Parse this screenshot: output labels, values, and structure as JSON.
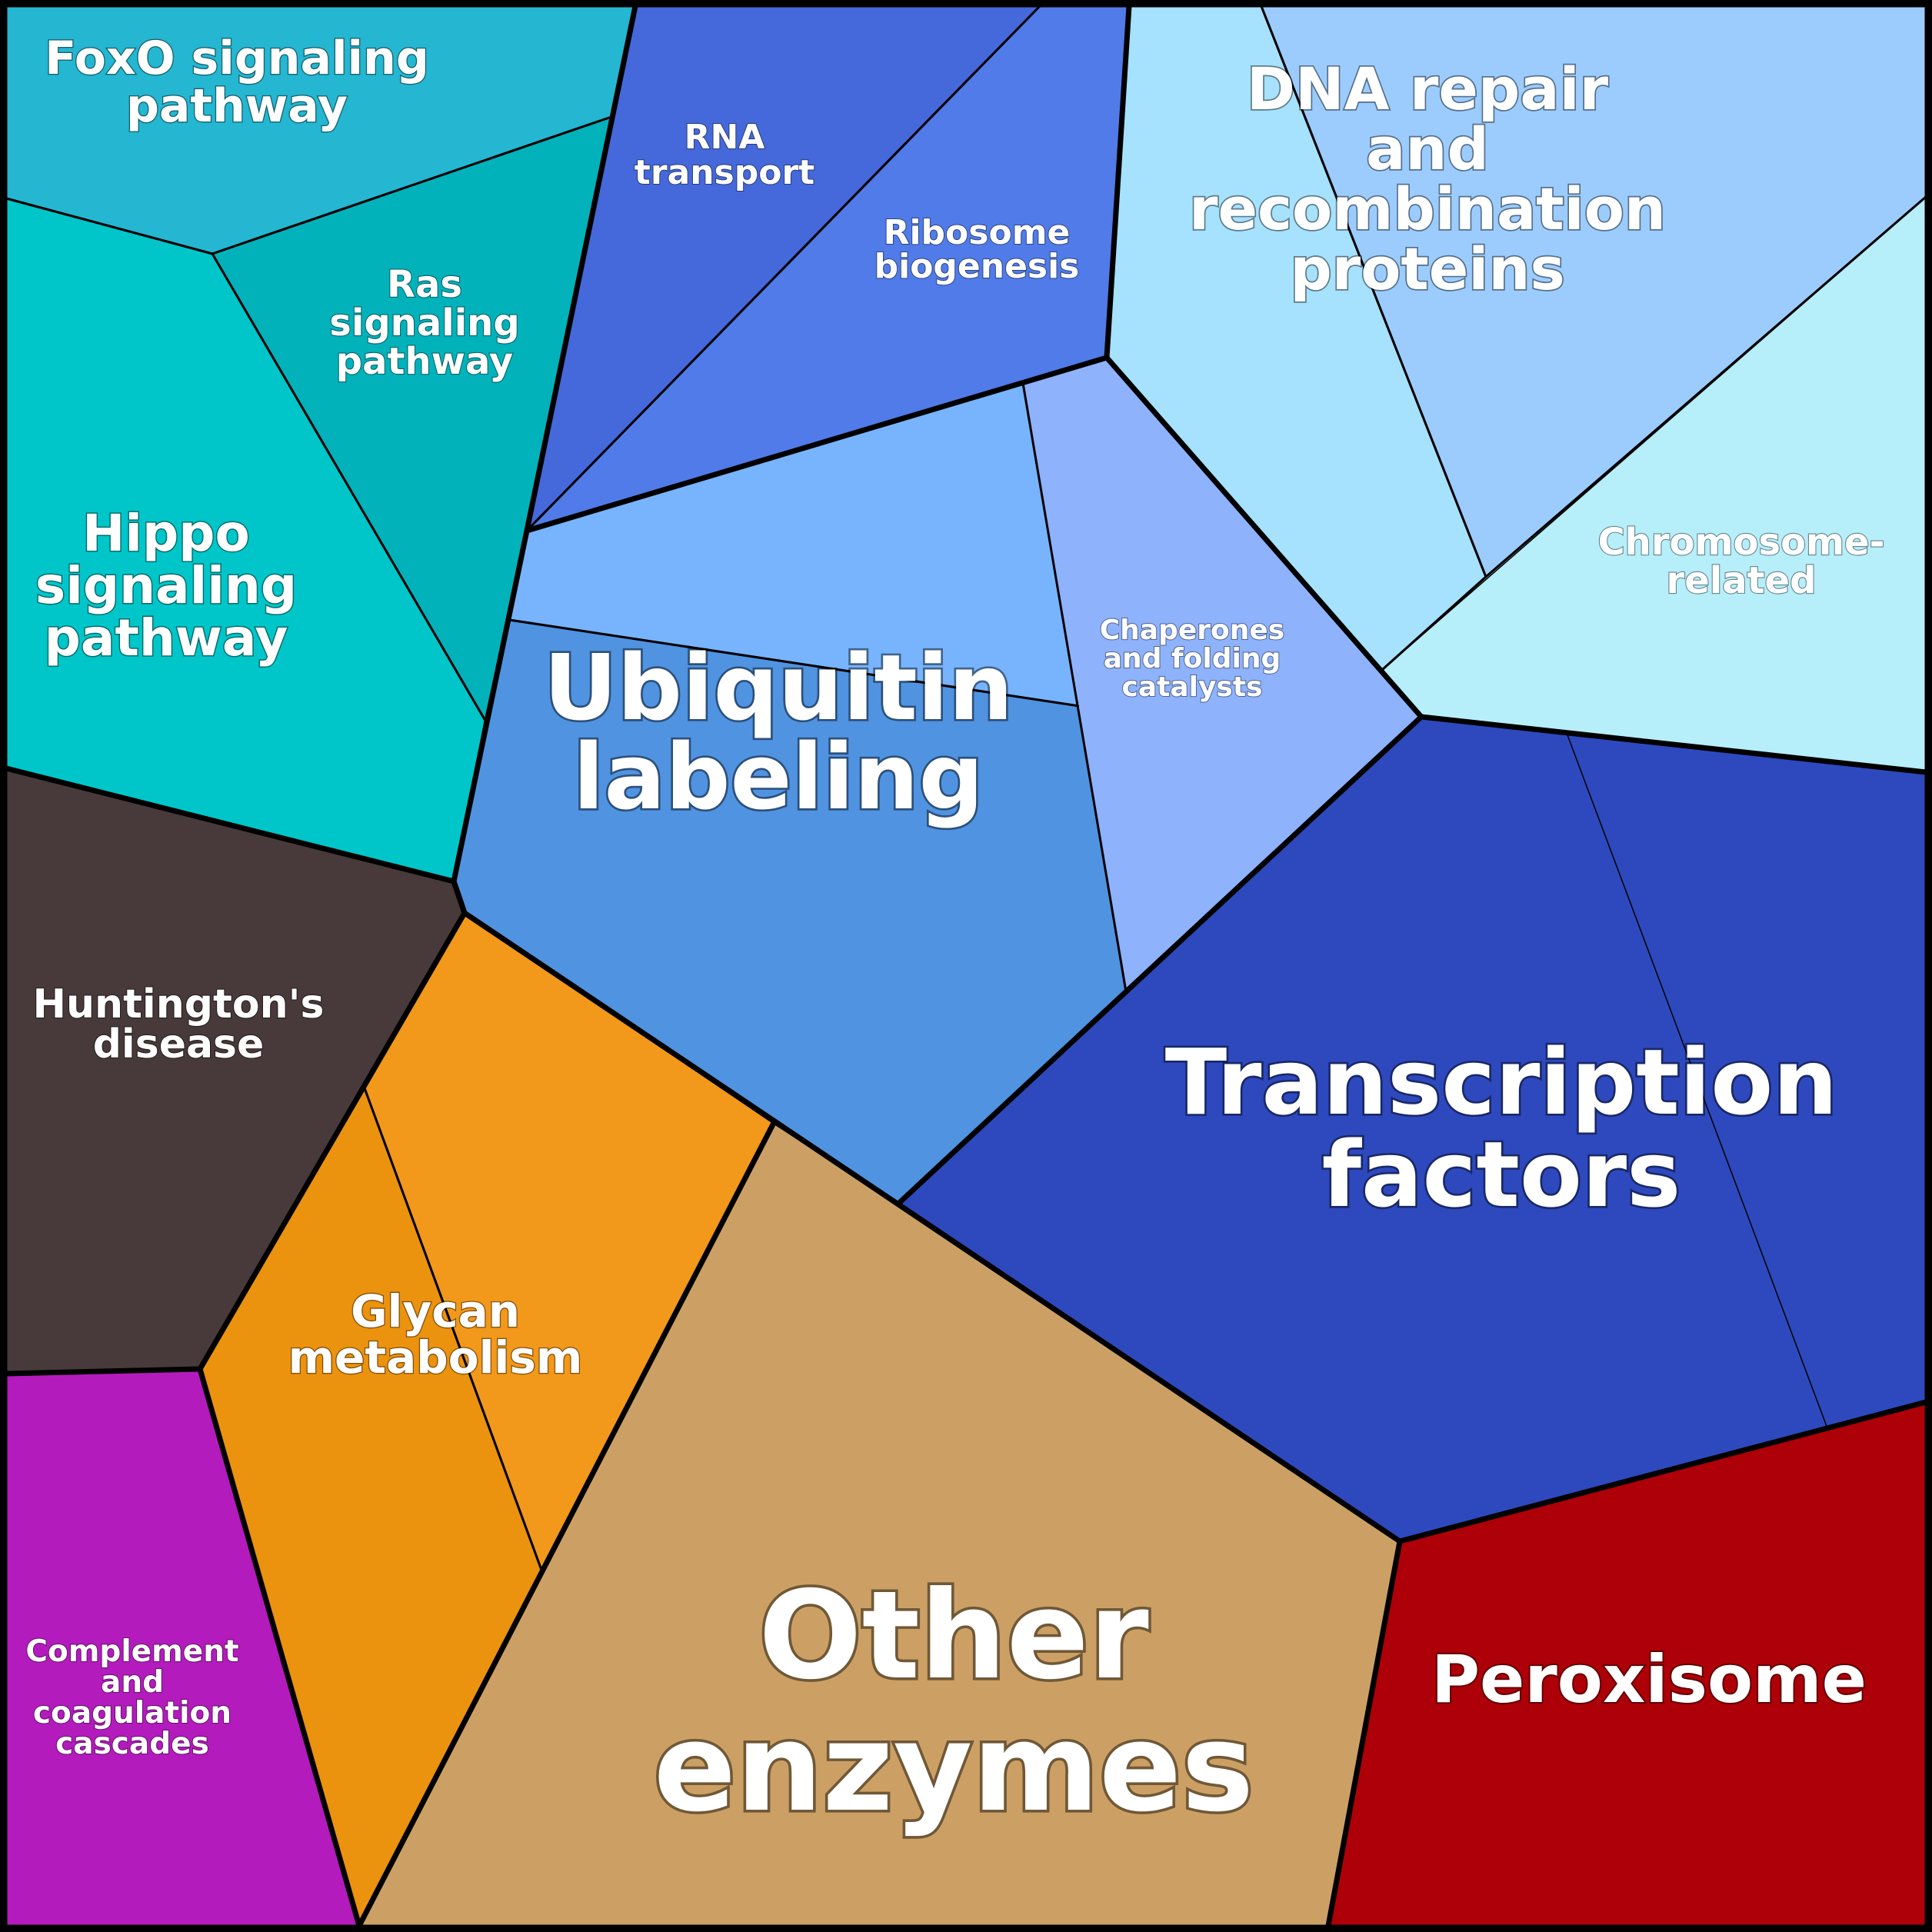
{
  "colors": {
    "foxo": "#25b6d1",
    "ras": "#02b2bb",
    "hippo": "#00c6c9",
    "huntington": "#483a3a",
    "glycan": "#f2981a",
    "glycan_secondary": "#eb920f",
    "complement": "#b31bbd",
    "other_enzymes": "#cca064",
    "peroxisome": "#ad0008",
    "rna_transport": "#4568da",
    "ribosome": "#507be8",
    "ubiquitin_top": "#77b4fd",
    "ubiquitin": "#5093e1",
    "chaperones": "#8eb2fc",
    "dna_repair": "#a6e1fd",
    "dna_repair_secondary": "#9cccfd",
    "chromosome": "#b6eefa",
    "transcription": "#2e49bd",
    "border": "#000000",
    "label": "#ffffff"
  },
  "cells": {
    "foxo": {
      "lines": [
        "FoxO signaling",
        "pathway"
      ]
    },
    "ras": {
      "lines": [
        "Ras",
        "signaling",
        "pathway"
      ]
    },
    "hippo": {
      "lines": [
        "Hippo",
        "signaling",
        "pathway"
      ]
    },
    "huntington": {
      "lines": [
        "Huntington's",
        "disease"
      ]
    },
    "glycan": {
      "lines": [
        "Glycan",
        "metabolism"
      ]
    },
    "complement": {
      "lines": [
        "Complement",
        "and",
        "coagulation",
        "cascades"
      ]
    },
    "other_enzymes": {
      "lines": [
        "Other",
        "enzymes"
      ]
    },
    "peroxisome": {
      "lines": [
        "Peroxisome"
      ]
    },
    "rna_transport": {
      "lines": [
        "RNA",
        "transport"
      ]
    },
    "ribosome": {
      "lines": [
        "Ribosome",
        "biogenesis"
      ]
    },
    "ubiquitin": {
      "lines": [
        "Ubiquitin",
        "labeling"
      ]
    },
    "chaperones": {
      "lines": [
        "Chaperones",
        "and folding",
        "catalysts"
      ]
    },
    "dna_repair": {
      "lines": [
        "DNA repair",
        "and",
        "recombination",
        "proteins"
      ]
    },
    "chromosome": {
      "lines": [
        "Chromosome-",
        "related"
      ]
    },
    "transcription": {
      "lines": [
        "Transcription",
        "factors"
      ]
    }
  }
}
